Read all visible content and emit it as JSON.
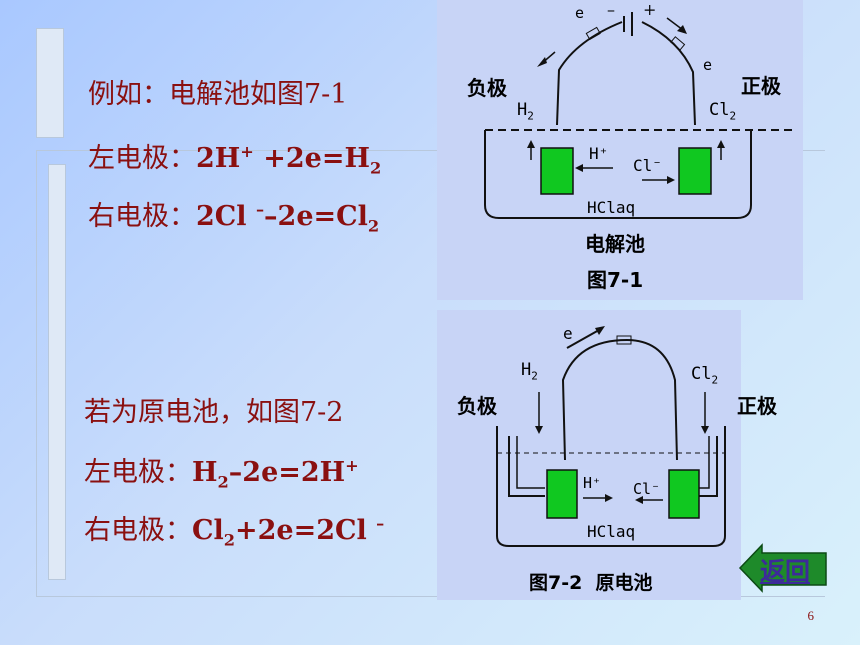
{
  "text_top": {
    "line1": "例如：电解池如图7-1",
    "left_label": "左电极：",
    "left_eq_a": "2H",
    "left_eq_sup": "+",
    "left_eq_b": " +2e=H",
    "left_eq_sub": "2",
    "right_label": "右电极：",
    "right_eq_a": "2Cl ",
    "right_eq_sup": "–",
    "right_eq_b": "–2e=Cl",
    "right_eq_sub": "2"
  },
  "text_bottom": {
    "line1": "若为原电池，如图7-2",
    "left_label": "左电极：",
    "left_eq_a": "H",
    "left_eq_sub": "2",
    "left_eq_b": "–2e=2H",
    "left_eq_sup": "+",
    "right_label": "右电极：",
    "right_eq_a": "Cl",
    "right_eq_sub": "2",
    "right_eq_b": "+2e=2Cl ",
    "right_eq_sup": "–"
  },
  "figure1": {
    "neg": "负极",
    "pos": "正极",
    "h2": "H",
    "h2_sub": "2",
    "cl2": "Cl",
    "cl2_sub": "2",
    "e1": "e",
    "e2": "e",
    "minus": "–",
    "plus": "+",
    "hplus": "H⁺",
    "clminus": "Cl⁻",
    "solution": "HClaq",
    "title": "电解池",
    "caption": "图7-1"
  },
  "figure2": {
    "neg": "负极",
    "pos": "正极",
    "h2": "H",
    "h2_sub": "2",
    "cl2": "Cl",
    "cl2_sub": "2",
    "e": "e",
    "hplus": "H⁺",
    "clminus": "Cl⁻",
    "solution": "HClaq",
    "caption": "图7-2  原电池"
  },
  "return_button": {
    "label": "返回"
  },
  "page_number": "6",
  "colors": {
    "text": "#8a1010",
    "electrode": "#10c820",
    "panel": "#c8d4f6",
    "return_green": "#1e8a2a"
  }
}
